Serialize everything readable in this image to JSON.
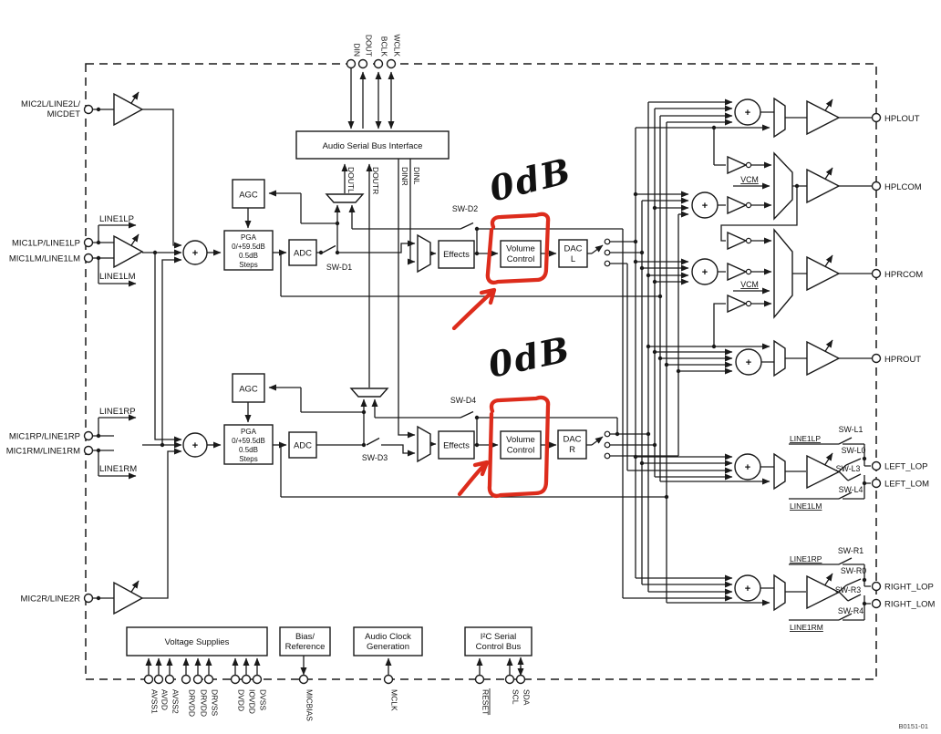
{
  "figure_id": "B0151-01",
  "colors": {
    "ink": "#1a1a1a",
    "marker_red": "#dd2c1c"
  },
  "annotations": {
    "left_volume_note": "0dB",
    "right_volume_note": "0dB"
  },
  "blocks": {
    "asbi": "Audio Serial Bus Interface",
    "agc": "AGC",
    "pga": [
      "PGA",
      "0/+59.5dB",
      "0.5dB",
      "Steps"
    ],
    "adc": "ADC",
    "effects": "Effects",
    "volume": [
      "Volume",
      "Control"
    ],
    "dac_l": [
      "DAC",
      "L"
    ],
    "dac_r": [
      "DAC",
      "R"
    ],
    "voltage_supplies": "Voltage Supplies",
    "bias_reference": [
      "Bias/",
      "Reference"
    ],
    "audio_clock": [
      "Audio Clock",
      "Generation"
    ],
    "i2c": [
      "I²C Serial",
      "Control Bus"
    ]
  },
  "pins": {
    "top": [
      "DIN",
      "DOUT",
      "BCLK",
      "WCLK"
    ],
    "serial": [
      "DOUTL",
      "DOUTR",
      "DINR",
      "DINL"
    ],
    "left": {
      "mic2l": [
        "MIC2L/LINE2L/",
        "MICDET"
      ],
      "line1lp": "LINE1LP",
      "mic1lp": "MIC1LP/LINE1LP",
      "mic1lm": "MIC1LM/LINE1LM",
      "line1lm": "LINE1LM",
      "line1rp": "LINE1RP",
      "mic1rp": "MIC1RP/LINE1RP",
      "mic1rm": "MIC1RM/LINE1RM",
      "line1rm": "LINE1RM",
      "mic2r": "MIC2R/LINE2R"
    },
    "right": [
      "HPLOUT",
      "HPLCOM",
      "HPRCOM",
      "HPROUT",
      "LEFT_LOP",
      "LEFT_LOM",
      "RIGHT_LOP",
      "RIGHT_LOM"
    ],
    "supply": [
      "AVSS1",
      "AVDD",
      "AVSS2",
      "DRVDD",
      "DRVDD",
      "DRVSS",
      "DVDD",
      "IOVDD",
      "DVSS"
    ],
    "micbias": "MICBIAS",
    "mclk": "MCLK",
    "reset": "RESET",
    "scl": "SCL",
    "sda": "SDA"
  },
  "switches": {
    "d1": "SW-D1",
    "d2": "SW-D2",
    "d3": "SW-D3",
    "d4": "SW-D4",
    "l1": "SW-L1",
    "l0": "SW-L0",
    "l3": "SW-L3",
    "l4": "SW-L4",
    "r1": "SW-R1",
    "r0": "SW-R0",
    "r3": "SW-R3",
    "r4": "SW-R4"
  },
  "nets": {
    "vcm": "VCM",
    "plus": "+",
    "line1lp": "LINE1LP",
    "line1lm": "LINE1LM",
    "line1rp": "LINE1RP",
    "line1rm": "LINE1RM"
  }
}
